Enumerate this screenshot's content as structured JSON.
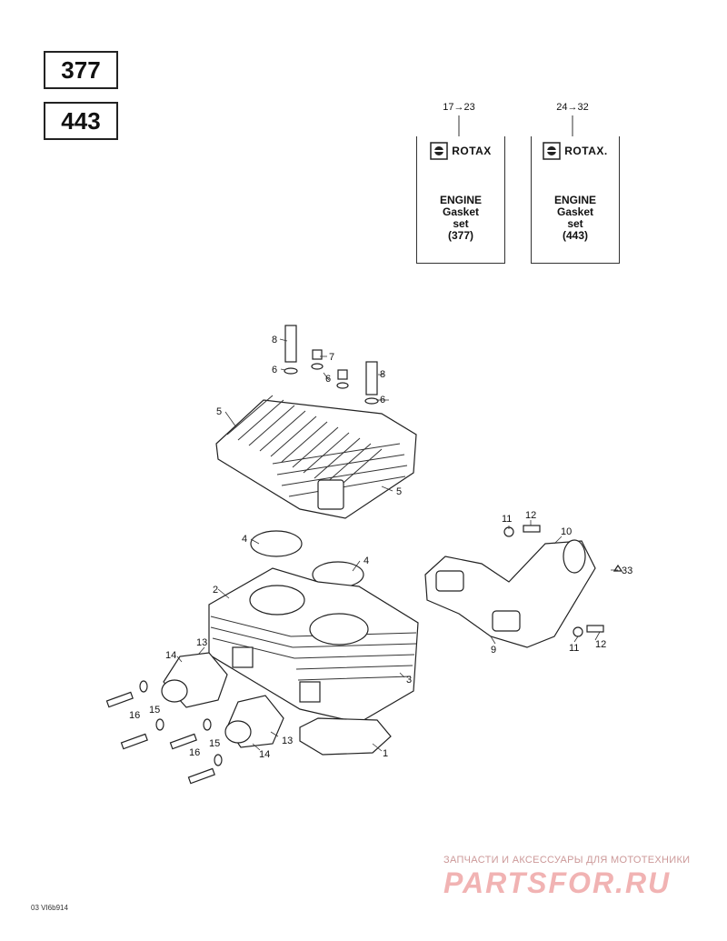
{
  "models": [
    "377",
    "443"
  ],
  "gasket_kits": [
    {
      "range": "17→23",
      "brand": "ROTAX",
      "line1": "ENGINE",
      "line2": "Gasket",
      "line3": "set",
      "model": "(377)"
    },
    {
      "range": "24→32",
      "brand": "ROTAX.",
      "line1": "ENGINE",
      "line2": "Gasket",
      "line3": "set",
      "model": "(443)"
    }
  ],
  "callouts": {
    "c1": "1",
    "c2": "2",
    "c3": "3",
    "c4a": "4",
    "c4b": "4",
    "c5a": "5",
    "c5b": "5",
    "c6a": "6",
    "c6b": "6",
    "c6c": "6",
    "c7": "7",
    "c8a": "8",
    "c8b": "8",
    "c9": "9",
    "c10": "10",
    "c11a": "11",
    "c11b": "11",
    "c12a": "12",
    "c12b": "12",
    "c13a": "13",
    "c13b": "13",
    "c14a": "14",
    "c14b": "14",
    "c15a": "15",
    "c15b": "15",
    "c16a": "16",
    "c16b": "16",
    "c33": "33"
  },
  "figure_code": "03 VI6b914",
  "watermark": {
    "tagline": "ЗАПЧАСТИ И АКСЕССУАРЫ ДЛЯ МОТОТЕХНИКИ",
    "brand": "PARTSFOR.RU"
  }
}
